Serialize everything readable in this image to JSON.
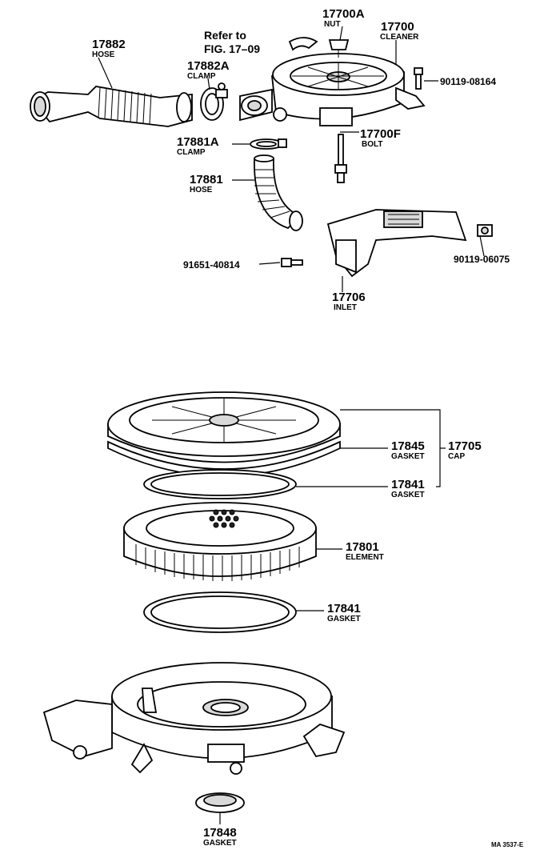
{
  "figure_code": "MA 3537-E",
  "reference": {
    "line1": "Refer to",
    "line2": "FIG. 17–09"
  },
  "parts": {
    "nut": {
      "number": "17700A",
      "name": "NUT"
    },
    "cleaner": {
      "number": "17700",
      "name": "CLEANER"
    },
    "hose_upper": {
      "number": "17882",
      "name": "HOSE"
    },
    "clamp_upper": {
      "number": "17882A",
      "name": "CLAMP"
    },
    "bolt_right": {
      "number": "90119-08164"
    },
    "bolt_f": {
      "number": "17700F",
      "name": "BOLT"
    },
    "clamp_lower": {
      "number": "17881A",
      "name": "CLAMP"
    },
    "hose_lower": {
      "number": "17881",
      "name": "HOSE"
    },
    "nut_right": {
      "number": "90119-06075"
    },
    "bolt_left": {
      "number": "91651-40814"
    },
    "inlet": {
      "number": "17706",
      "name": "INLET"
    },
    "gasket_cap": {
      "number": "17845",
      "name": "GASKET"
    },
    "cap": {
      "number": "17705",
      "name": "CAP"
    },
    "gasket_upper": {
      "number": "17841",
      "name": "GASKET"
    },
    "element": {
      "number": "17801",
      "name": "ELEMENT"
    },
    "gasket_lower": {
      "number": "17841",
      "name": "GASKET"
    },
    "gasket_bottom": {
      "number": "17848",
      "name": "GASKET"
    }
  }
}
